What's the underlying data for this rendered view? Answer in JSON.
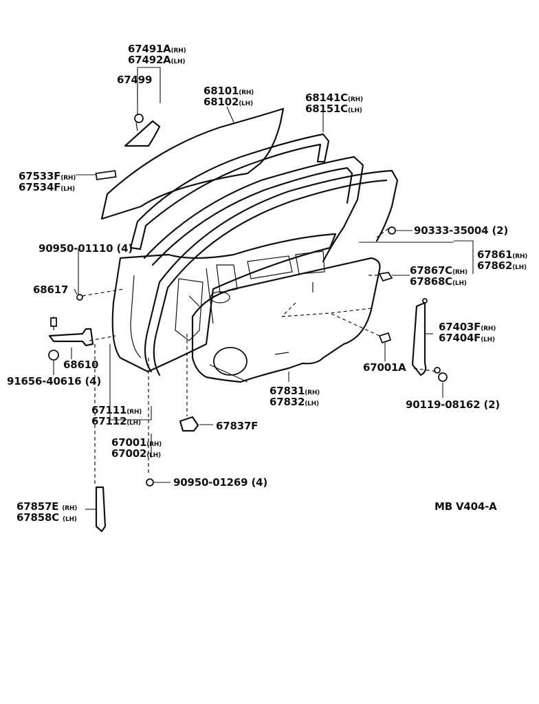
{
  "figure_code": "MB  V404-A",
  "labels": {
    "l67491A": {
      "num": "67491A",
      "sfx": "(RH)"
    },
    "l67492A": {
      "num": "67492A",
      "sfx": "(LH)"
    },
    "l67499": {
      "num": "67499"
    },
    "l68101": {
      "num": "68101",
      "sfx": "(RH)"
    },
    "l68102": {
      "num": "68102",
      "sfx": "(LH)"
    },
    "l68141C": {
      "num": "68141C",
      "sfx": "(RH)"
    },
    "l68151C": {
      "num": "68151C",
      "sfx": "(LH)"
    },
    "l67533F": {
      "num": "67533F",
      "sfx": "(RH)"
    },
    "l67534F": {
      "num": "67534F",
      "sfx": "(LH)"
    },
    "l90333": {
      "num": "90333-35004",
      "ref": "(2)"
    },
    "l90950a": {
      "num": "90950-01110",
      "ref": "(4)"
    },
    "l67861": {
      "num": "67861",
      "sfx": "(RH)"
    },
    "l67862": {
      "num": "67862",
      "sfx": "(LH)"
    },
    "l67867C": {
      "num": "67867C",
      "sfx": "(RH)"
    },
    "l67868C": {
      "num": "67868C",
      "sfx": "(LH)"
    },
    "l68617": {
      "num": "68617"
    },
    "l67403F": {
      "num": "67403F",
      "sfx": "(RH)"
    },
    "l67404F": {
      "num": "67404F",
      "sfx": "(LH)"
    },
    "l68610": {
      "num": "68610"
    },
    "l67001A": {
      "num": "67001A"
    },
    "l91656": {
      "num": "91656-40616",
      "ref": "(4)"
    },
    "l67831": {
      "num": "67831",
      "sfx": "(RH)"
    },
    "l67832": {
      "num": "67832",
      "sfx": "(LH)"
    },
    "l90119": {
      "num": "90119-08162",
      "ref": "(2)"
    },
    "l67111": {
      "num": "67111",
      "sfx": "(RH)"
    },
    "l67112": {
      "num": "67112",
      "sfx": "(LH)"
    },
    "l67837F": {
      "num": "67837F"
    },
    "l67001": {
      "num": "67001",
      "sfx": "(RH)"
    },
    "l67002": {
      "num": "67002",
      "sfx": "(LH)"
    },
    "l90950b": {
      "num": "90950-01269",
      "ref": "(4)"
    },
    "l67857E": {
      "num": "67857E",
      "sfx": "(RH)"
    },
    "l67858C": {
      "num": "67858C",
      "sfx": "(LH)"
    }
  }
}
